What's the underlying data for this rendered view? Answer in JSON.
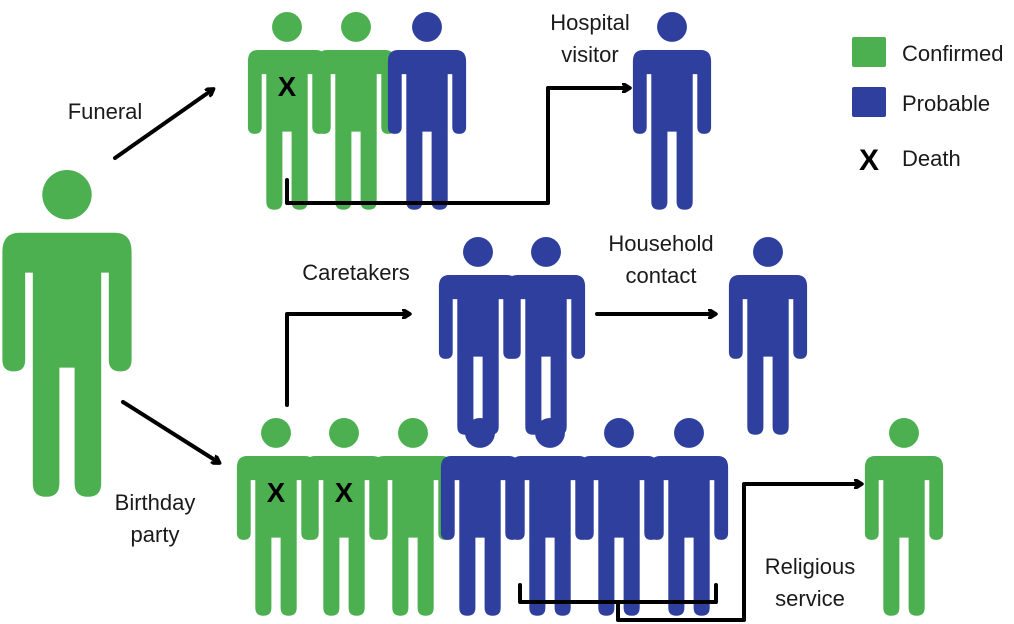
{
  "colors": {
    "confirmed": "#4caf50",
    "probable": "#2e3f9e",
    "arrow": "#000000"
  },
  "legend": {
    "confirmed": "Confirmed",
    "probable": "Probable",
    "death_mark": "X",
    "death": "Death"
  },
  "labels": {
    "funeral": "Funeral",
    "hospital_visitor_1": "Hospital",
    "hospital_visitor_2": "visitor",
    "caretakers": "Caretakers",
    "household_contact_1": "Household",
    "household_contact_2": "contact",
    "birthday_party_1": "Birthday",
    "birthday_party_2": "party",
    "religious_service_1": "Religious",
    "religious_service_2": "service"
  },
  "death_mark": "X",
  "people": [
    {
      "id": "index-case",
      "status": "confirmed",
      "death": false
    },
    {
      "id": "funeral-1",
      "status": "confirmed",
      "death": true
    },
    {
      "id": "funeral-2",
      "status": "confirmed",
      "death": false
    },
    {
      "id": "funeral-3",
      "status": "probable",
      "death": false
    },
    {
      "id": "hospital-visitor",
      "status": "probable",
      "death": false
    },
    {
      "id": "caretaker-1",
      "status": "probable",
      "death": false
    },
    {
      "id": "caretaker-2",
      "status": "probable",
      "death": false
    },
    {
      "id": "household-contact",
      "status": "probable",
      "death": false
    },
    {
      "id": "party-1",
      "status": "confirmed",
      "death": true
    },
    {
      "id": "party-2",
      "status": "confirmed",
      "death": true
    },
    {
      "id": "party-3",
      "status": "confirmed",
      "death": false
    },
    {
      "id": "party-4",
      "status": "probable",
      "death": false
    },
    {
      "id": "party-5",
      "status": "probable",
      "death": false
    },
    {
      "id": "party-6",
      "status": "probable",
      "death": false
    },
    {
      "id": "party-7",
      "status": "probable",
      "death": false
    },
    {
      "id": "religious-service-case",
      "status": "confirmed",
      "death": false
    }
  ]
}
